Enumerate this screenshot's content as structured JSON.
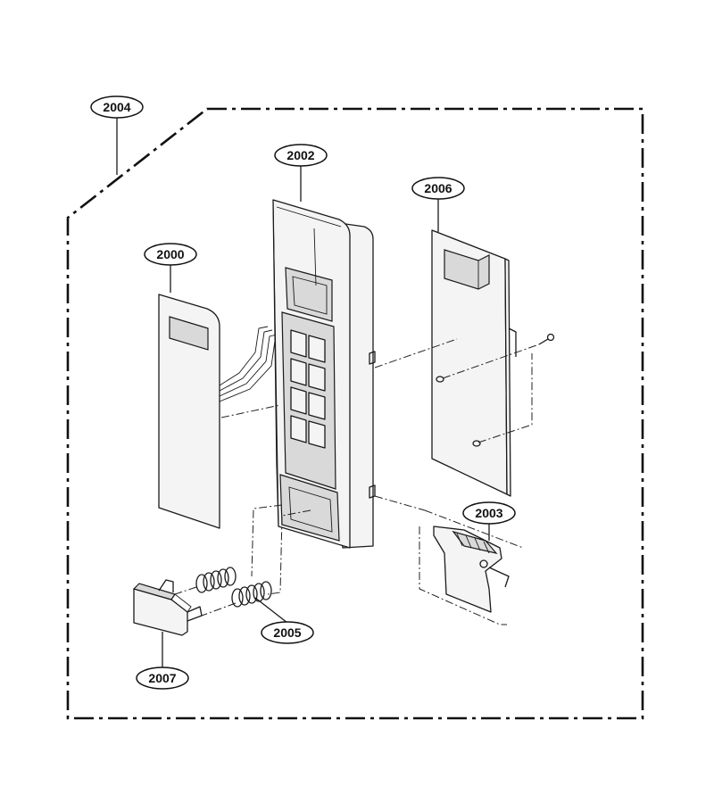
{
  "labels": {
    "assembly": "2004",
    "frame": "2002",
    "membrane": "2000",
    "pcb": "2006",
    "latch": "2003",
    "spring": "2005",
    "button": "2007"
  }
}
